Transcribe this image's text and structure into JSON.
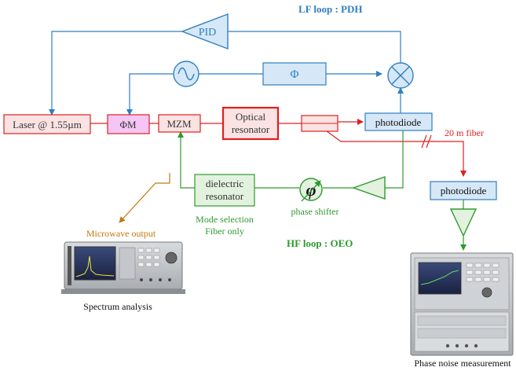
{
  "loops": {
    "lf_title": "LF loop : PDH",
    "hf_title": "HF loop : OEO"
  },
  "blocks": {
    "pid": "PID",
    "phase": "Φ",
    "laser": "Laser @ 1.55µm",
    "phase_modulator": "ΦM",
    "mzm": "MZM",
    "optical_resonator_line1": "Optical",
    "optical_resonator_line2": "resonator",
    "photodiode_main": "photodiode",
    "photodiode_secondary": "photodiode",
    "dielectric_line1": "dielectric",
    "dielectric_line2": "resonator",
    "phase_shifter_symbol": "φ"
  },
  "labels": {
    "fiber": "20 m fiber",
    "mode_selection_line1": "Mode selection",
    "mode_selection_line2": "Fiber only",
    "phase_shifter": "phase shifter",
    "microwave_output": "Microwave output",
    "spectrum_analysis": "Spectrum analysis",
    "phase_noise": "Phase noise measurement"
  },
  "colors": {
    "lf_blue": "#2f7fc1",
    "hf_green": "#2e9a2e",
    "optical_red": "#e02020",
    "output_orange": "#c07a10",
    "block_blue_fill": "#d6e8f7",
    "block_red_fill": "#fbe3e3",
    "block_pink_fill": "#f5c6f5",
    "block_green_fill": "#e2f2de"
  }
}
